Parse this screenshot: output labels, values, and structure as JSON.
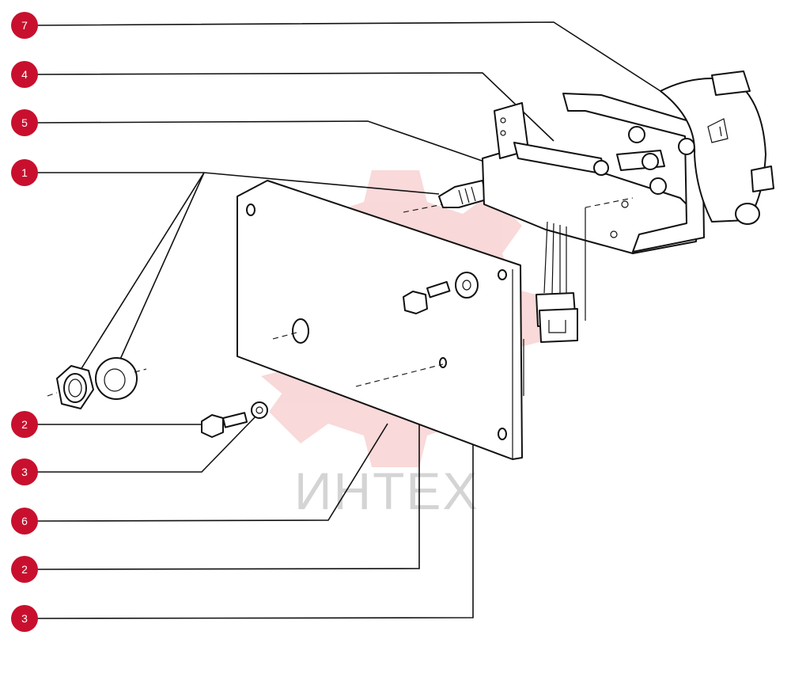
{
  "watermark": {
    "text": "ИНТЕХ",
    "color": "#f4b9b9"
  },
  "marker_color": "#c8102e",
  "callouts": [
    {
      "id": "c7",
      "label": "7"
    },
    {
      "id": "c4",
      "label": "4"
    },
    {
      "id": "c5",
      "label": "5"
    },
    {
      "id": "c1",
      "label": "1"
    },
    {
      "id": "c2a",
      "label": "2"
    },
    {
      "id": "c3a",
      "label": "3"
    },
    {
      "id": "c6",
      "label": "6"
    },
    {
      "id": "c2b",
      "label": "2"
    },
    {
      "id": "c3b",
      "label": "3"
    }
  ]
}
